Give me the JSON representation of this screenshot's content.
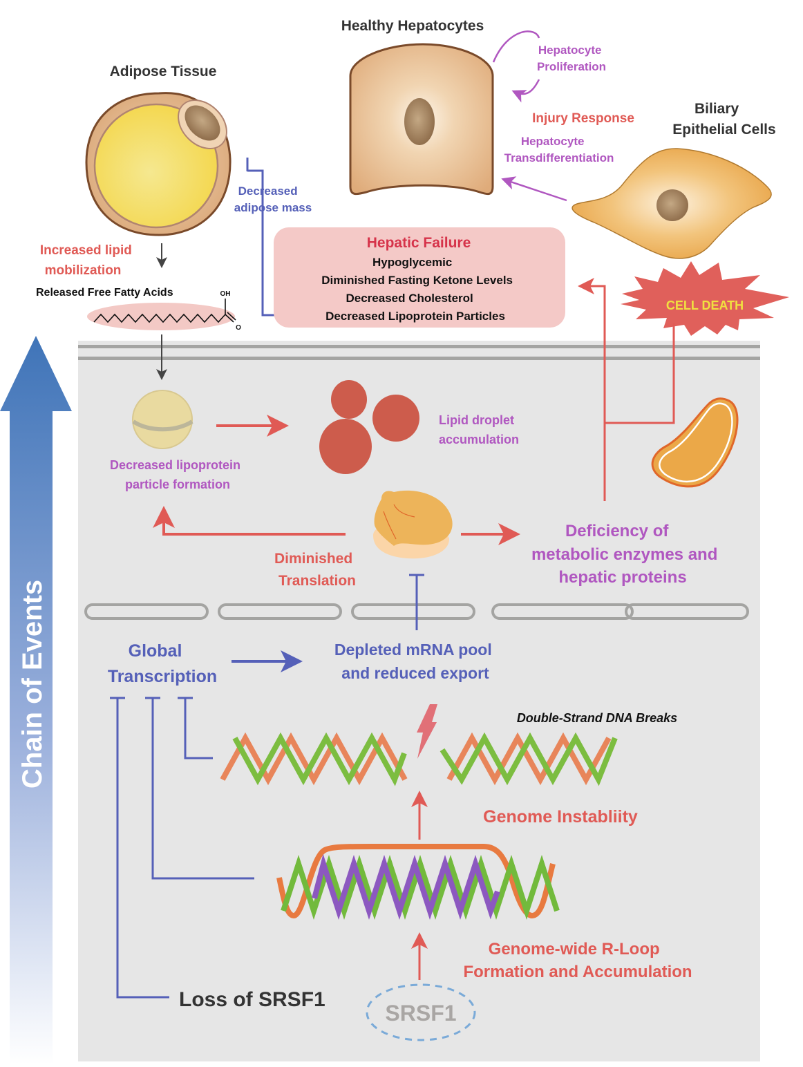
{
  "side_arrow": {
    "label": "Chain of Events"
  },
  "adipose": {
    "title": "Adipose Tissue",
    "inhibit_label": [
      "Decreased",
      "adipose mass"
    ],
    "lipid_mobilization": [
      "Increased lipid",
      "mobilization"
    ],
    "ffa_label": "Released Free Fatty Acids",
    "oh_label": "OH",
    "o_label": "O"
  },
  "hepatocytes": {
    "title": "Healthy Hepatocytes",
    "proliferation": [
      "Hepatocyte",
      "Proliferation"
    ],
    "injury_response": "Injury Response",
    "transdifferentiation": [
      "Hepatocyte",
      "Transdifferentiation"
    ]
  },
  "biliary": {
    "title": [
      "Biliary",
      "Epithelial Cells"
    ]
  },
  "hepatic_failure": {
    "title": "Hepatic Failure",
    "items": [
      "Hypoglycemic",
      "Diminished Fasting Ketone Levels",
      "Decreased Cholesterol",
      "Decreased Lipoprotein Particles"
    ]
  },
  "cell_death": {
    "label": "CELL DEATH"
  },
  "cell_interior": {
    "lipoprotein": [
      "Decreased lipoprotein",
      "particle formation"
    ],
    "lipid_droplet": [
      "Lipid droplet",
      "accumulation"
    ],
    "translation": [
      "Diminished",
      "Translation"
    ],
    "deficiency": [
      "Deficiency of",
      "metabolic enzymes and",
      "hepatic proteins"
    ],
    "global_transcription": [
      "Global",
      "Transcription"
    ],
    "mrna_pool": [
      "Depleted mRNA pool",
      "and reduced export"
    ],
    "dsb": "Double-Strand DNA Breaks",
    "genome_instability": "Genome Instabliity",
    "rloop": [
      "Genome-wide R-Loop",
      "Formation and Accumulation"
    ],
    "loss_srsf1": "Loss of SRSF1",
    "srsf1": "SRSF1"
  },
  "colors": {
    "red": "#e05a55",
    "purple": "#b057c0",
    "blue": "#5560b8",
    "cell_bg": "#e6e6e6",
    "membrane": "#a4a4a2"
  }
}
